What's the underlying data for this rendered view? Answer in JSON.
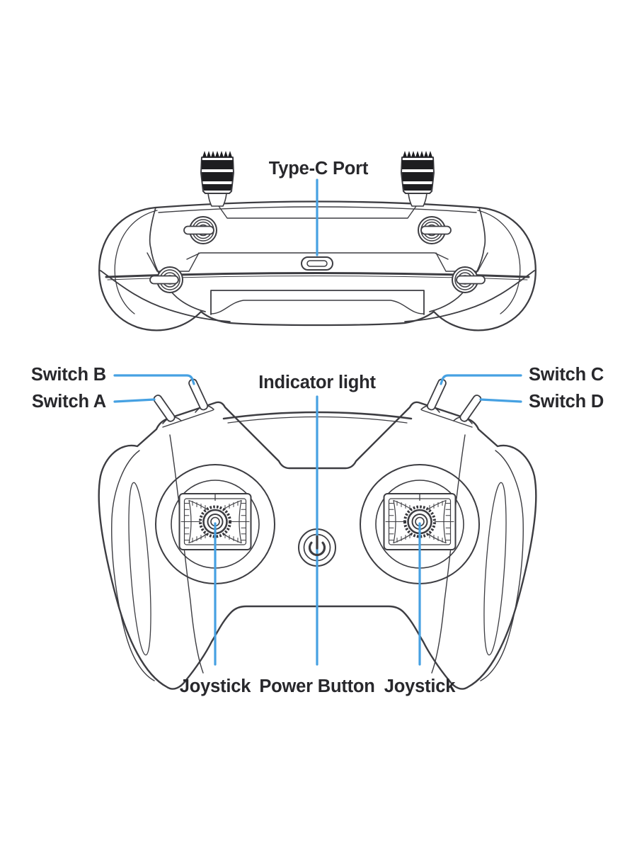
{
  "diagram": {
    "title_hint": "remote controller labeled diagram",
    "colors": {
      "background": "#ffffff",
      "outline": "#3d3d42",
      "leader_line": "#46a1e2",
      "label_text": "#28282c",
      "antenna_fill": "#1d1d20"
    },
    "labels": {
      "type_c_port": "Type-C Port",
      "switch_b": "Switch B",
      "switch_a": "Switch A",
      "switch_c": "Switch C",
      "switch_d": "Switch D",
      "indicator_light": "Indicator light",
      "joystick_left": "Joystick",
      "power_button": "Power Button",
      "joystick_right": "Joystick"
    }
  }
}
